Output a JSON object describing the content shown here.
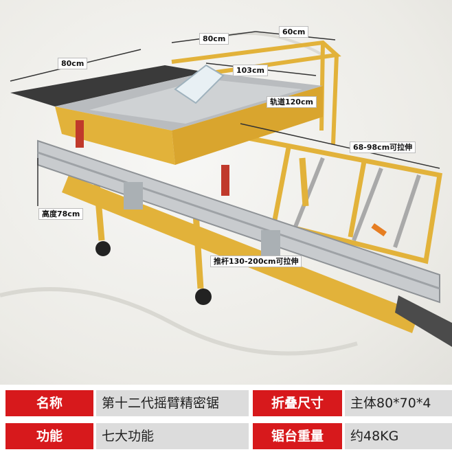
{
  "dimension_labels": {
    "table_width": "80cm",
    "top_width": "80cm",
    "top_extension": "60cm",
    "table_length": "103cm",
    "rail": "轨道120cm",
    "extension_range": "68-98cm可拉伸",
    "height": "高度78cm",
    "push_rod": "推杆130-200cm可拉伸"
  },
  "specs": {
    "row1": {
      "label1": "名称",
      "value1": "第十二代摇臂精密锯",
      "label2": "折叠尺寸",
      "value2": "主体80*70*4"
    },
    "row2": {
      "label1": "功能",
      "value1": "七大功能",
      "label2": "锯台重量",
      "value2": "约48KG"
    }
  },
  "colors": {
    "label_red": "#d7191c",
    "value_gray": "#dcdcdc",
    "frame_yellow": "#e2b23a"
  }
}
